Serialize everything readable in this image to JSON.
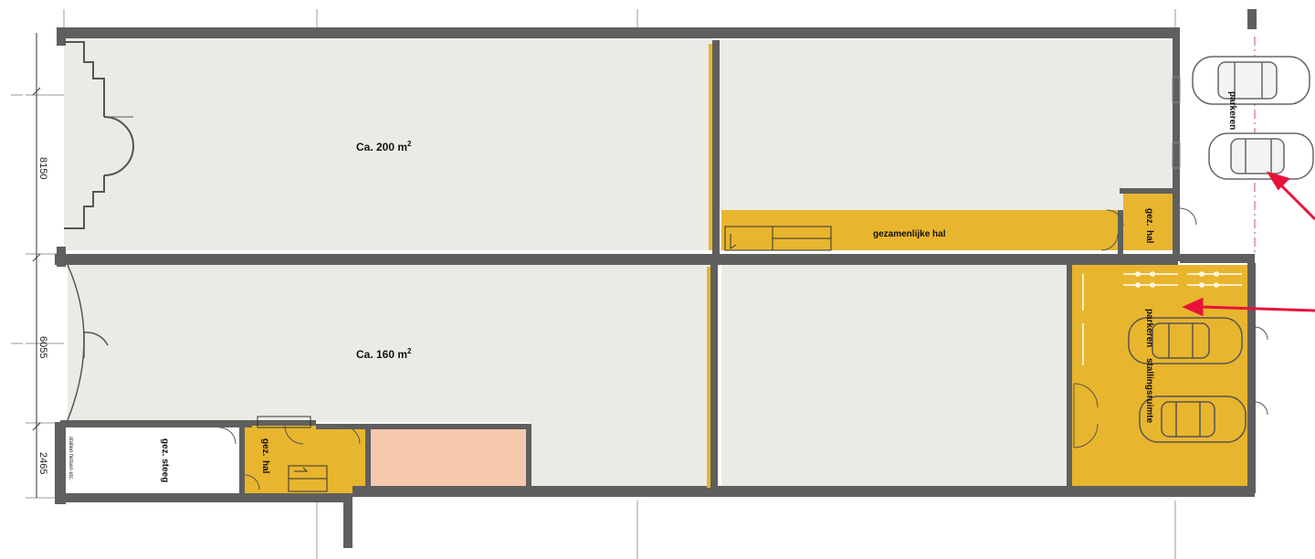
{
  "rooms": {
    "upper_area": "Ca. 200 m",
    "upper_area_sup": "2",
    "lower_area": "Ca. 160 m",
    "lower_area_sup": "2",
    "shared_hall": "gezamenlijke hal",
    "shared_hall_short_upper": "gez.",
    "shared_hall_short_upper_2": "hal",
    "shared_hall_short_lower": "gez.",
    "shared_hall_short_lower_2": "hal",
    "shared_alley": "gez. steeg",
    "bike_storage": "stallingsruimte",
    "parking_inside": "parkeren",
    "parking_outside": "parkeren",
    "small_note": "stallen fietsen etc."
  },
  "dimensions": {
    "upper_height": "8150",
    "lower_height": "6055",
    "alley_height": "2465"
  },
  "colors": {
    "floor": "#ebebe6",
    "wall": "#5f5f5f",
    "shared": "#e8b52e",
    "pink": "#f7c9ad",
    "arrow": "#e8123a"
  }
}
